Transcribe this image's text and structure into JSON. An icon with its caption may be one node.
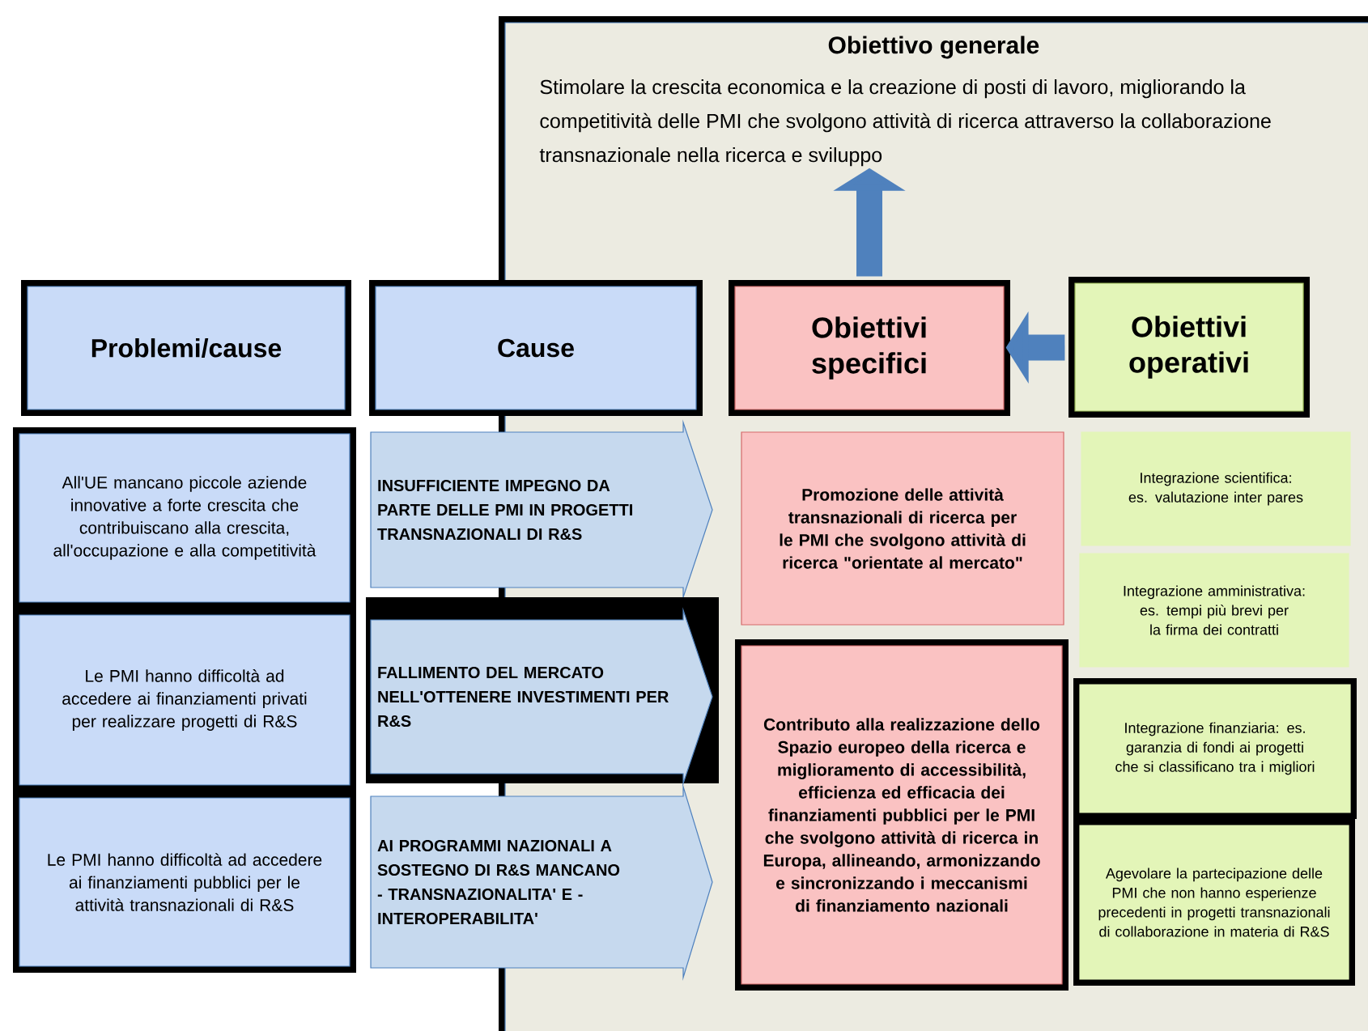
{
  "diagram": {
    "nodes": [
      {
        "text": [
          "Obiettivo generale",
          "Stimolare la crescita economica e la creazione di posti di lavoro, migliorando la competitività delle PMI che svolgono attività di ricerca attraverso la collaborazione transnazionale nella ricerca e sviluppo"
        ]
      },
      {
        "text": [
          "Problemi/cause"
        ]
      },
      {
        "text": [
          "Cause"
        ]
      },
      {
        "text": [
          "Obiettivi specifici"
        ]
      },
      {
        "text": [
          "Obiettivi operativi"
        ]
      },
      {
        "text": [
          "All'UE mancano piccole aziende innovative a forte crescita che contribuiscano alla crescita, all'occupazione e alla competitività"
        ]
      },
      {
        "text": [
          "Le PMI hanno difficoltà ad accedere ai finanziamenti privati per realizzare progetti di R&S"
        ]
      },
      {
        "text": [
          "Le PMI hanno difficoltà ad accedere ai finanziamenti pubblici per le attività transnazionali di R&S"
        ]
      },
      {
        "text": [
          "INSUFFICIENTE IMPEGNO DA PARTE DELLE PMI IN PROGETTI TRANSNAZIONALI DI R&S"
        ]
      },
      {
        "text": [
          "FALLIMENTO DEL MERCATO NELL'OTTENERE INVESTIMENTI PER R&S"
        ]
      },
      {
        "text": [
          "AI PROGRAMMI NAZIONALI A SOSTEGNO DI R&S MANCANO - TRANSNAZIONALITA' E - INTEROPERABILITA'"
        ]
      },
      {
        "text": [
          "Promozione delle attività transnazionali di ricerca per le PMI che svolgono attività di ricerca \"orientate al mercato\""
        ]
      },
      {
        "text": [
          "Contributo alla realizzazione dello Spazio europeo della ricerca e miglioramento di accessibilità, efficienza ed efficacia dei finanziamenti pubblici per le PMI che svolgono attività di ricerca in Europa, allineando, armonizzando e sincronizzando i meccanismi di finanziamento nazionali"
        ]
      },
      {
        "text": [
          "Integrazione scientifica: es. valutazione inter pares"
        ]
      },
      {
        "text": [
          "Integrazione amministrativa: es. tempi più brevi per la firma dei contratti"
        ]
      },
      {
        "text": [
          "Integrazione finanziaria: es. garanzia di fondi ai progetti che si classificano tra i migliori"
        ]
      },
      {
        "text": [
          "Agevolare la partecipazione delle PMI che non hanno esperienze precedenti in progetti transnazionali di collaborazione in materia di R&S"
        ]
      }
    ],
    "edges": [
      {
        "from": 3,
        "to": 0,
        "arrow": "to"
      },
      {
        "from": 4,
        "to": 3,
        "arrow": "to"
      }
    ]
  }
}
